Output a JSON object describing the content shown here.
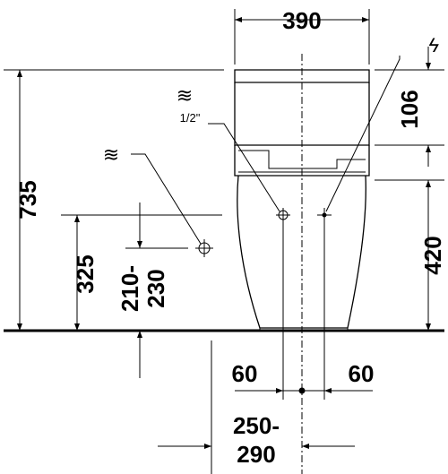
{
  "dimensions": {
    "width_total": "390",
    "total_height": "735",
    "tank_top_to_valve": "106",
    "valve_height": "420",
    "outlet_height": "325",
    "inlet_range_line1": "210-",
    "inlet_range_line2": "230",
    "left_offset": "60",
    "right_offset": "60",
    "outlet_range_line1": "250-",
    "outlet_range_line2": "290"
  },
  "labels": {
    "water_symbol_inlet": "≋",
    "water_symbol_valve": "≋",
    "valve_size": "1/2\"",
    "electric_symbol": "ϟ"
  }
}
